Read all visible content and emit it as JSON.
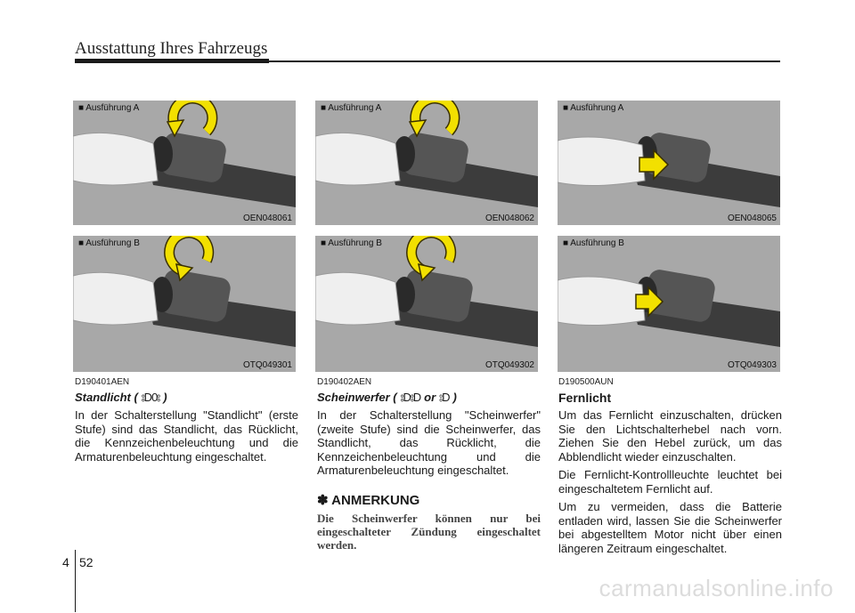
{
  "header": {
    "title": "Ausstattung Ihres Fahrzeugs"
  },
  "figures": [
    {
      "variant": "■ Ausführung A",
      "code": "OEN048061"
    },
    {
      "variant": "■ Ausführung B",
      "code": "OTQ049301"
    },
    {
      "variant": "■ Ausführung A",
      "code": "OEN048062"
    },
    {
      "variant": "■ Ausführung B",
      "code": "OTQ049302"
    },
    {
      "variant": "■ Ausführung A",
      "code": "OEN048065"
    },
    {
      "variant": "■ Ausführung B",
      "code": "OTQ049303"
    }
  ],
  "sections": {
    "left": {
      "id": "D190401AEN",
      "heading_prefix": "Standlicht (",
      "heading_symbol": "⦂D0⦂",
      "heading_suffix": ")",
      "body": "In der Schalterstellung \"Standlicht\" (erste Stufe) sind das Standlicht, das Rücklicht, die Kennzeichenbeleuchtung und die Armaturenbeleuchtung eingeschaltet."
    },
    "middle": {
      "id": "D190402AEN",
      "heading_prefix": "Scheinwerfer (",
      "heading_symbol1": "⦂D⦂D",
      "heading_mid": "or",
      "heading_symbol2": "⦂D",
      "heading_suffix": ")",
      "body": "In der Schalterstellung \"Scheinwerfer\" (zweite Stufe) sind die Scheinwerfer, das Standlicht, das Rücklicht, die Kennzeichenbeleuchtung und die Armaturenbeleuchtung eingeschaltet.",
      "note_heading": "✽ ANMERKUNG",
      "note_body": "Die Scheinwerfer können nur bei eingeschalteter Zündung eingeschaltet werden."
    },
    "right": {
      "id": "D190500AUN",
      "heading": "Fernlicht",
      "paragraphs": [
        "Um das Fernlicht einzuschalten, drücken Sie den Lichtschalterhebel nach vorn. Ziehen Sie den Hebel zurück, um das Abblendlicht wieder einzuschalten.",
        "Die Fernlicht-Kontrollleuchte leuchtet bei eingeschaltetem Fernlicht auf.",
        "Um zu vermeiden, dass die Batterie entladen wird, lassen Sie die Scheinwerfer bei abgestelltem Motor nicht über einen längeren Zeitraum eingeschaltet."
      ]
    }
  },
  "footer": {
    "chapter": "4",
    "page": "52"
  },
  "watermark": "carmanualsonline.info",
  "colors": {
    "panel_bg": "#a8a8a8",
    "arrow_yellow": "#f2e000",
    "arrow_outline": "#3a3000",
    "stalk": "#3c3c3c"
  }
}
